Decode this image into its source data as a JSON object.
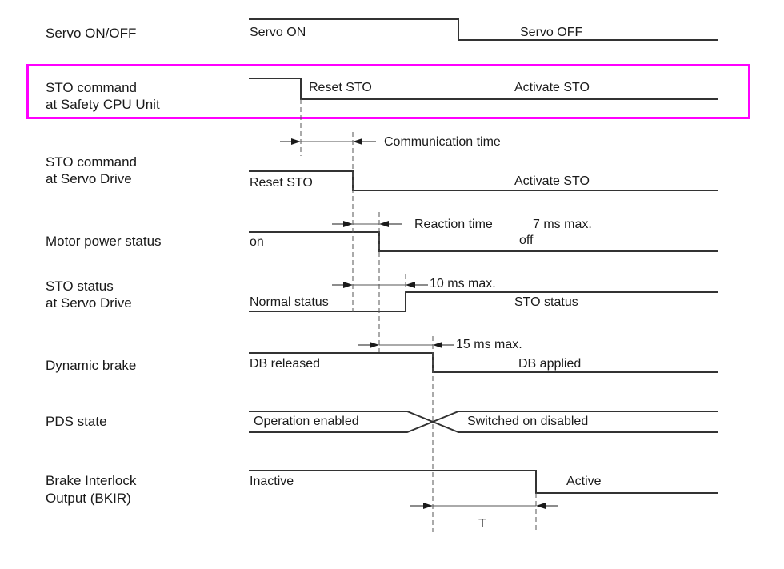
{
  "title": "STO timing chart",
  "highlight_color": "#ff00ff",
  "signals": [
    {
      "name": "Servo ON/OFF",
      "state_before": "Servo ON",
      "state_after": "Servo OFF"
    },
    {
      "name_line1": "STO command",
      "name_line2": "at Safety CPU Unit",
      "state_before": "Reset STO",
      "state_after": "Activate STO",
      "highlighted": true
    },
    {
      "name_line1": "STO command",
      "name_line2": "at Servo Drive",
      "state_before": "Reset STO",
      "state_after": "Activate STO"
    },
    {
      "name": "Motor power status",
      "state_before": "on",
      "state_after": "off"
    },
    {
      "name_line1": "STO status",
      "name_line2": "at Servo Drive",
      "state_before": "Normal status",
      "state_after": "STO status"
    },
    {
      "name": "Dynamic brake",
      "state_before": "DB released",
      "state_after": "DB applied"
    },
    {
      "name": "PDS state",
      "state_before": "Operation enabled",
      "state_after": "Switched on disabled"
    },
    {
      "name_line1": "Brake Interlock",
      "name_line2": "Output (BKIR)",
      "state_before": "Inactive",
      "state_after": "Active"
    }
  ],
  "annotations": {
    "communication_time": "Communication time",
    "reaction_time": "Reaction time",
    "reaction_max": "7 ms max.",
    "sto_status_max": "10 ms max.",
    "db_max": "15 ms max.",
    "bkir_delay": "T"
  }
}
